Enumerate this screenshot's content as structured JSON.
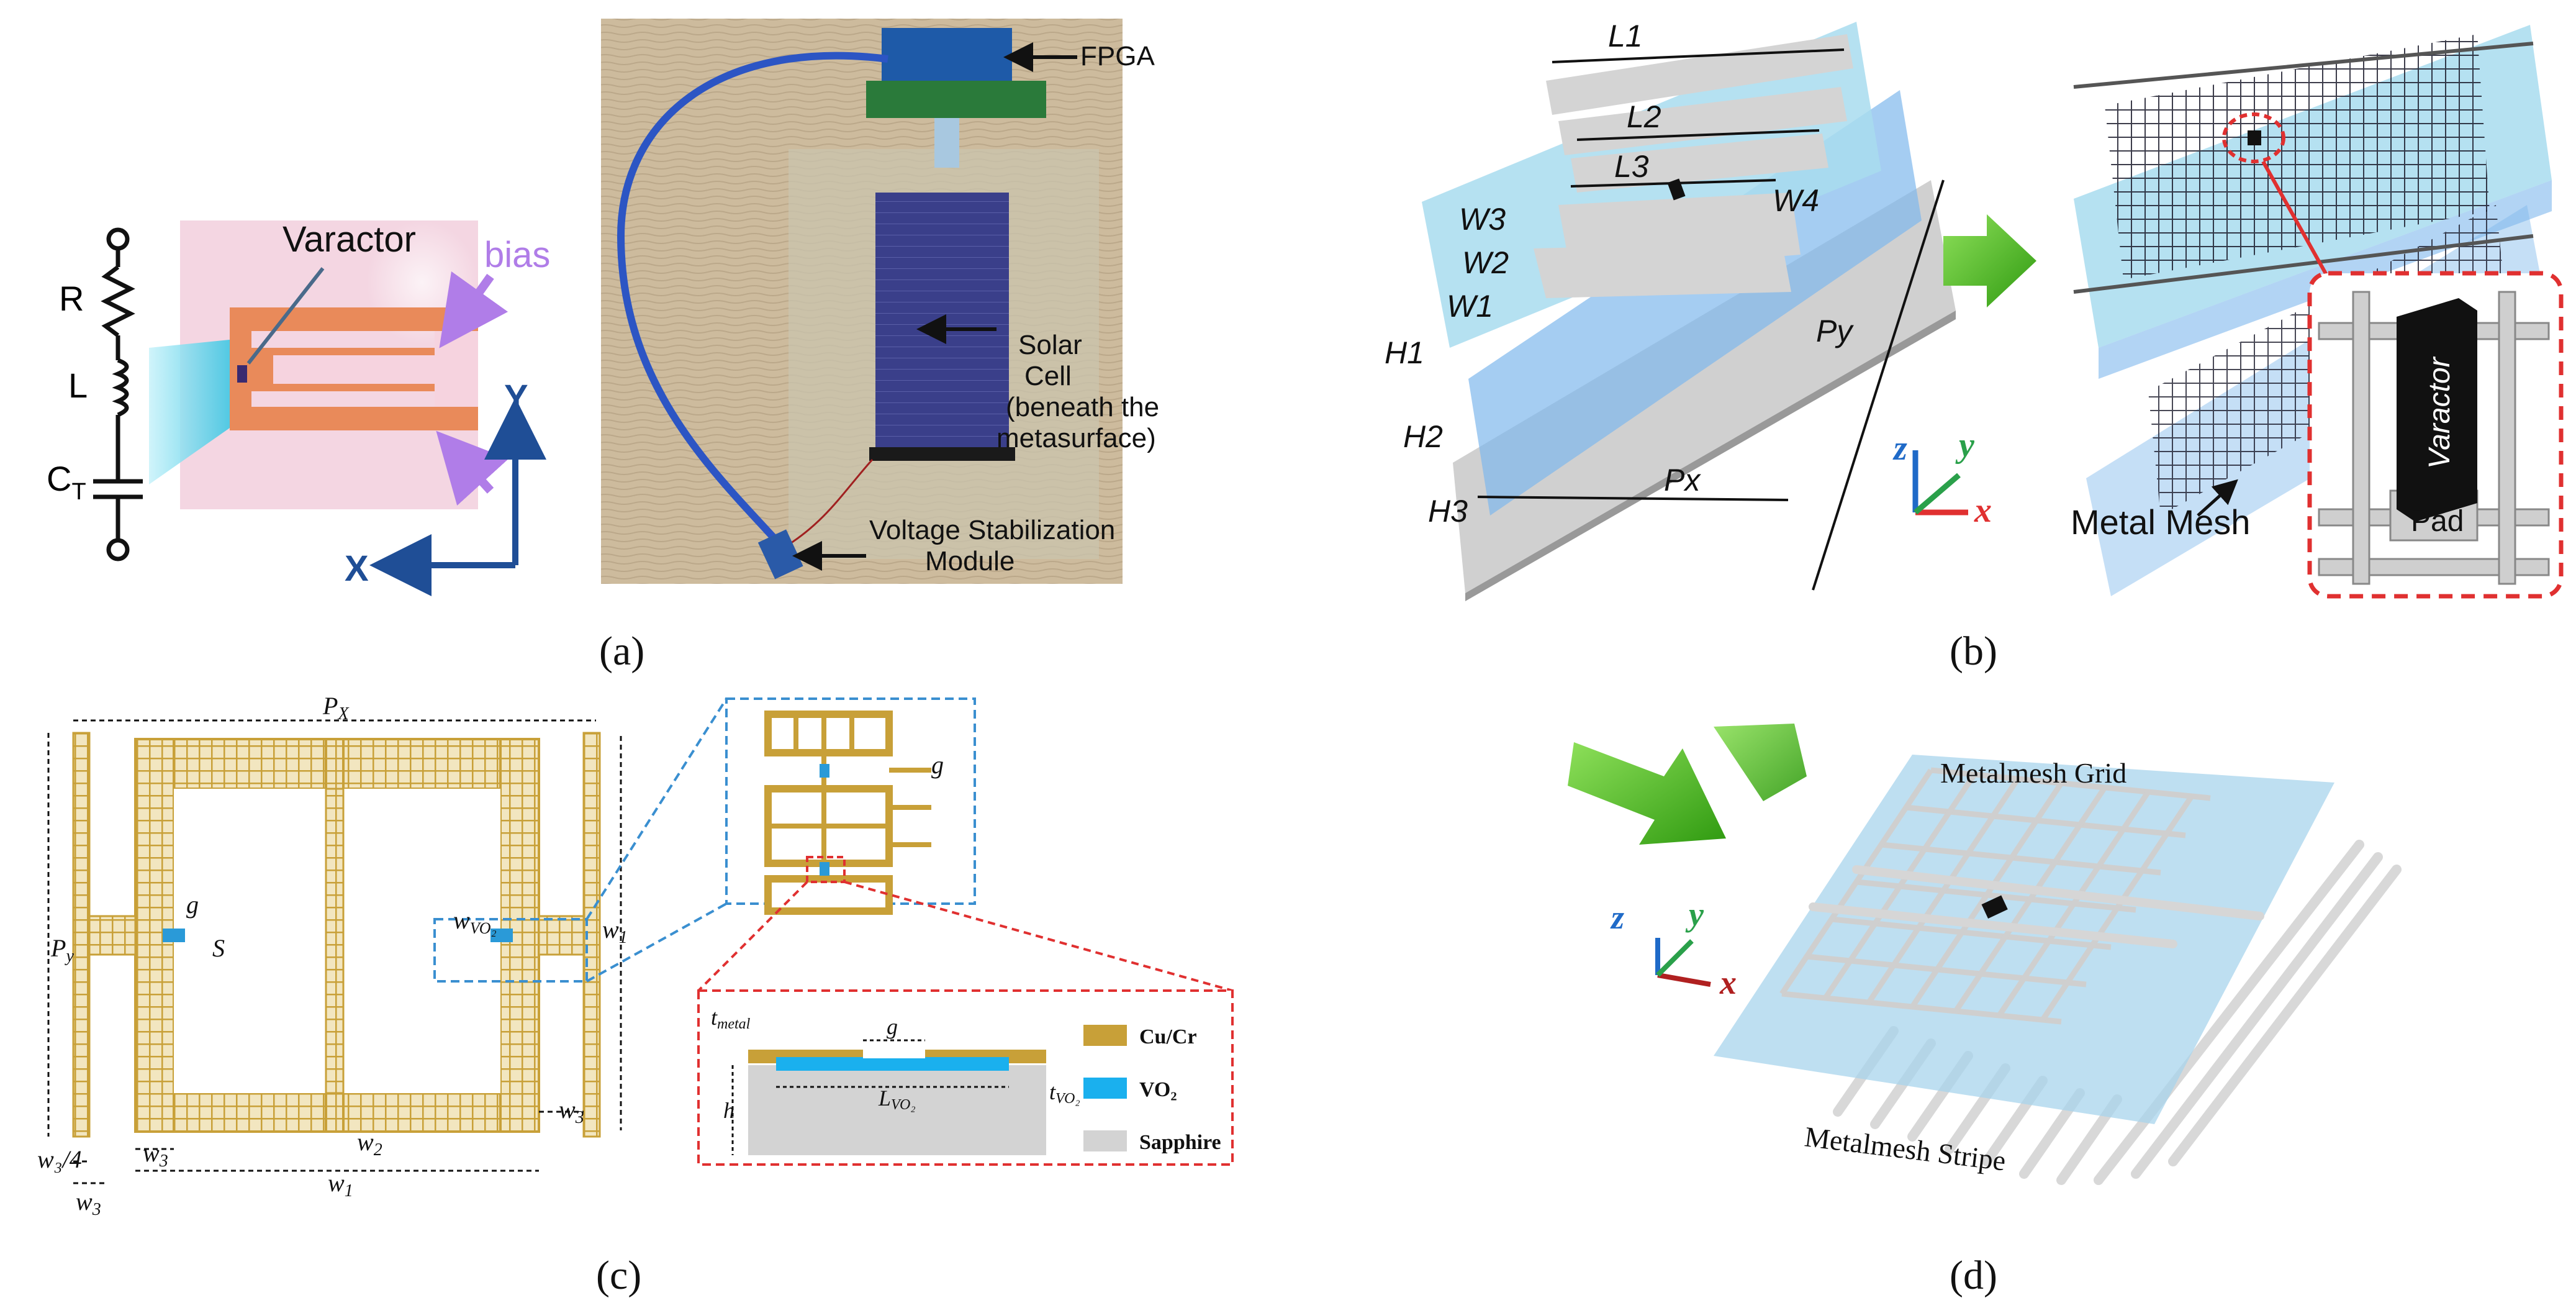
{
  "panel_labels": {
    "a": "(a)",
    "b": "(b)",
    "c": "(c)",
    "d": "(d)"
  },
  "panel_a": {
    "circuit": {
      "r": "R",
      "l": "L",
      "c": "C",
      "c_sub": "T"
    },
    "varactor": "Varactor",
    "bias": "bias",
    "axis_x": "X",
    "axis_y": "Y",
    "photo": {
      "fpga": "FPGA",
      "solar_1": "Solar",
      "solar_2": "Cell",
      "solar_3": "(beneath the",
      "solar_4": "metasurface)",
      "vsm_1": "Voltage Stabilization",
      "vsm_2": "Module"
    }
  },
  "panel_b": {
    "dims": {
      "l1": "L1",
      "l2": "L2",
      "l3": "L3",
      "w1": "W1",
      "w2": "W2",
      "w3": "W3",
      "w4": "W4",
      "h1": "H1",
      "h2": "H2",
      "h3": "H3",
      "px": "Px",
      "py": "Py"
    },
    "axes": {
      "x": "x",
      "y": "y",
      "z": "z"
    },
    "varactor": "Varactor",
    "pad": "Pad",
    "mesh": "Metal Mesh"
  },
  "panel_c": {
    "px": "P",
    "px_sub": "X",
    "py": "P",
    "py_sub": "y",
    "g": "g",
    "s": "S",
    "wvo2": "w",
    "wvo2_sub": "VO₂",
    "w1": "w",
    "w1_sub": "1",
    "w2": "w",
    "w2_sub": "2",
    "w3": "w",
    "w3_sub": "3",
    "w3_4": "w₃/4",
    "inset_g": "g",
    "tmetal": "t",
    "tmetal_sub": "metal",
    "h": "h",
    "lvo2": "L",
    "lvo2_sub": "VO₂",
    "tvo2": "t",
    "tvo2_sub": "VO₂",
    "legend": [
      "Cu/Cr",
      "VO₂",
      "Sapphire"
    ]
  },
  "panel_d": {
    "grid": "Metalmesh Grid",
    "stripe": "Metalmesh Stripe",
    "axes": {
      "x": "x",
      "y": "y",
      "z": "z"
    }
  },
  "colors": {
    "gold": "#c8a038",
    "cyan_plate": "#9fdceb",
    "blue_axis": "#1f4e96",
    "varactor_glow": "#27c8e8",
    "purple": "#b07de8",
    "red_dash": "#e03030",
    "blue_dash": "#3a8fd0",
    "green_arrow": "#4cbc1c",
    "vo2": "#1ab0ee",
    "sapphire": "#d3d3d3"
  }
}
